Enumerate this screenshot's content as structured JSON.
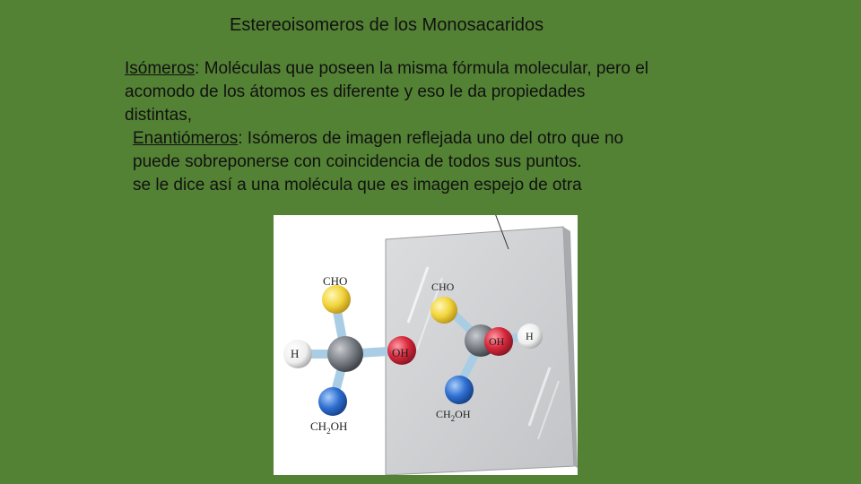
{
  "slide": {
    "title": "Estereoisomeros de los Monosacaridos",
    "isomeros_term": "Isómeros",
    "isomeros_def_lines": [
      ": Moléculas que poseen la misma fórmula molecular, pero el",
      "acomodo de los átomos es diferente y eso le da propiedades",
      "distintas,"
    ],
    "enantiomeros_term": "Enantiómeros",
    "enantiomeros_def_lines": [
      ": Isómeros de imagen reflejada uno del otro que no",
      "puede sobreponerse con coincidencia de todos sus puntos.",
      "se le dice así a una molécula que es imagen espejo de otra"
    ]
  },
  "figure": {
    "left_molecule": {
      "top_group": "CHO",
      "left_group": "H",
      "right_group": "OH",
      "bottom_group": "CH",
      "bottom_sub": "2",
      "bottom_suffix": "OH"
    },
    "mirror_molecule": {
      "top_group": "CHO",
      "left_group": "OH",
      "right_group": "H",
      "bottom_group": "CH",
      "bottom_sub": "2",
      "bottom_suffix": "OH"
    },
    "colors": {
      "carbon": "#7a7f86",
      "cho_atom": "#f2d53c",
      "oh_atom": "#d8283c",
      "ch2oh_atom": "#2f6fd1",
      "h_atom": "#f4f4f4",
      "bond": "#a9cde4",
      "mirror": "#cfd0d2"
    }
  }
}
